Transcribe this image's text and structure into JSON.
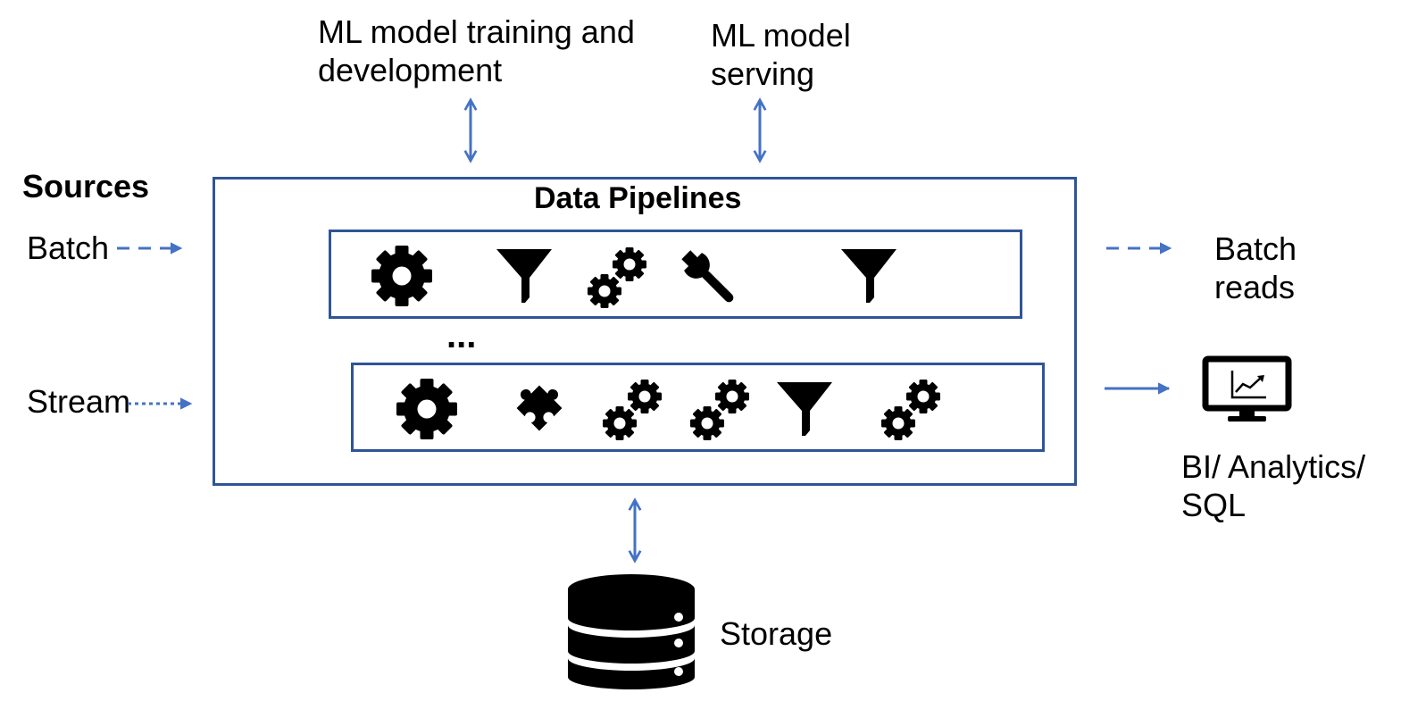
{
  "labels": {
    "ml_training": "ML model training and development",
    "ml_training_line1": "ML model training and",
    "ml_training_line2": "development",
    "ml_serving_line1": "ML model",
    "ml_serving_line2": "serving",
    "sources": "Sources",
    "batch_in": "Batch",
    "stream_in": "Stream",
    "pipelines_title": "Data Pipelines",
    "ellipsis": "...",
    "batch_reads_line1": "Batch",
    "batch_reads_line2": "reads",
    "bi_line1": "BI/ Analytics/",
    "bi_line2": "SQL",
    "storage": "Storage"
  },
  "pipeline_rows": [
    {
      "icons": [
        "gear-icon",
        "filter-icon",
        "gears-icon",
        "wrench-icon",
        "filter-icon"
      ]
    },
    {
      "icons": [
        "gear-icon",
        "puzzle-icon",
        "gears-icon",
        "gears-icon",
        "filter-icon",
        "gears-icon"
      ]
    }
  ],
  "colors": {
    "accent": "#4472c4",
    "border": "#2f5597",
    "icon": "#000000"
  }
}
